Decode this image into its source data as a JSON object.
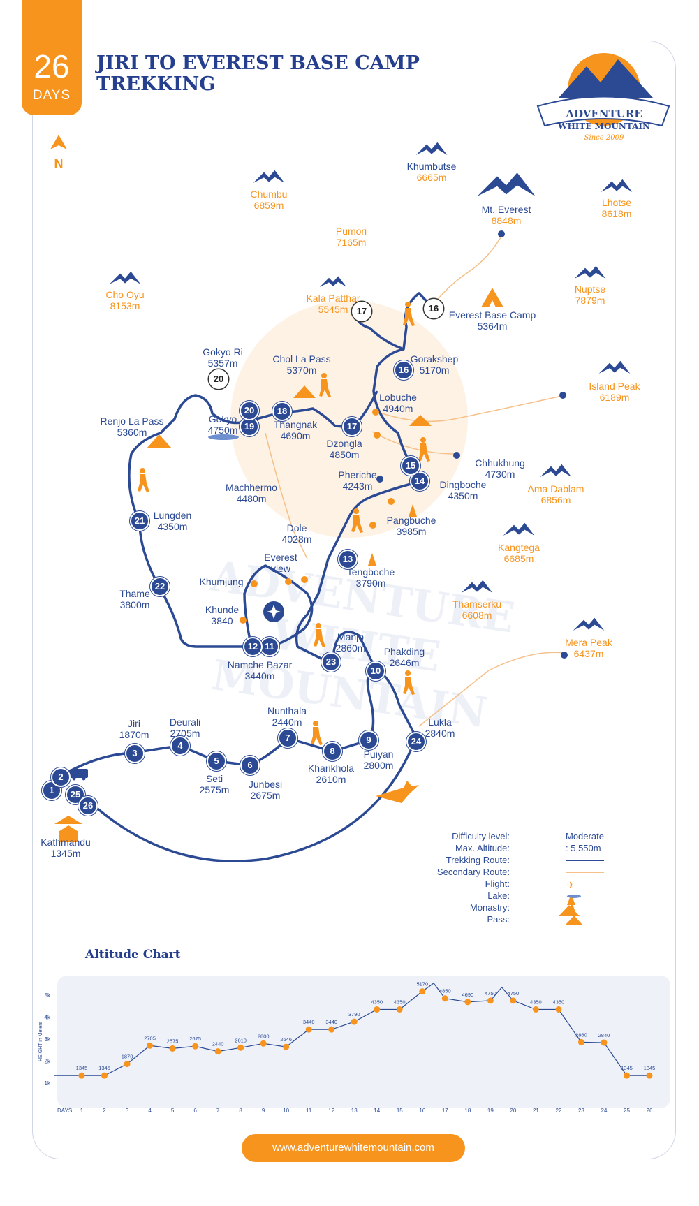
{
  "badge": {
    "days": "26",
    "days_word": "DAYS"
  },
  "title": "JIRI TO EVEREST BASE CAMP TREKKING",
  "brand": {
    "name_line1": "ADVENTURE",
    "name_line2": "WHITE MOUNTAIN",
    "since": "Since 2009"
  },
  "north": "N",
  "watermark": {
    "line1": "ADVENTURE",
    "line2": "WHITE MOUNTAIN"
  },
  "colors": {
    "route_blue": "#2c4a94",
    "accent_orange": "#f7941d",
    "lake": "#6d8fd0"
  },
  "peaks": [
    {
      "name": "Khumbutse",
      "alt": "6665m"
    },
    {
      "name": "Chumbu",
      "alt": "6859m"
    },
    {
      "name": "Mt. Everest",
      "alt": "8848m"
    },
    {
      "name": "Lhotse",
      "alt": "8618m"
    },
    {
      "name": "Pumori",
      "alt": "7165m"
    },
    {
      "name": "Cho Oyu",
      "alt": "8153m"
    },
    {
      "name": "Nuptse",
      "alt": "7879m"
    },
    {
      "name": "Island Peak",
      "alt": "6189m"
    },
    {
      "name": "Ama Dablam",
      "alt": "6856m"
    },
    {
      "name": "Kangtega",
      "alt": "6685m"
    },
    {
      "name": "Thamserku",
      "alt": "6608m"
    },
    {
      "name": "Mera Peak",
      "alt": "6437m"
    }
  ],
  "places": [
    {
      "name": "Kala Patthar",
      "alt": "5545m"
    },
    {
      "name": "Everest Base Camp",
      "alt": "5364m"
    },
    {
      "name": "Gokyo Ri",
      "alt": "5357m"
    },
    {
      "name": "Chol La Pass",
      "alt": "5370m"
    },
    {
      "name": "Gorakshep",
      "alt": "5170m"
    },
    {
      "name": "Lobuche",
      "alt": "4940m"
    },
    {
      "name": "Renjo La Pass",
      "alt": "5360m"
    },
    {
      "name": "Gokyo",
      "alt": "4750m"
    },
    {
      "name": "Thangnak",
      "alt": "4690m"
    },
    {
      "name": "Dzongla",
      "alt": "4850m"
    },
    {
      "name": "Pheriche",
      "alt": "4243m"
    },
    {
      "name": "Chhukhung",
      "alt": "4730m"
    },
    {
      "name": "Dingboche",
      "alt": "4350m"
    },
    {
      "name": "Machhermo",
      "alt": "4480m"
    },
    {
      "name": "Lungden",
      "alt": "4350m"
    },
    {
      "name": "Pangbuche",
      "alt": "3985m"
    },
    {
      "name": "Dole",
      "alt": "4028m"
    },
    {
      "name": "Everest",
      "alt": "view"
    },
    {
      "name": "Khumjung",
      "alt": ""
    },
    {
      "name": "Tengboche",
      "alt": "3790m"
    },
    {
      "name": "Thame",
      "alt": "3800m"
    },
    {
      "name": "Khunde",
      "alt": "3840"
    },
    {
      "name": "Manjo",
      "alt": "2860m"
    },
    {
      "name": "Namche Bazar",
      "alt": "3440m"
    },
    {
      "name": "Phakding",
      "alt": "2646m"
    },
    {
      "name": "Jiri",
      "alt": "1870m"
    },
    {
      "name": "Deurali",
      "alt": "2705m"
    },
    {
      "name": "Nunthala",
      "alt": "2440m"
    },
    {
      "name": "Lukla",
      "alt": "2840m"
    },
    {
      "name": "Seti",
      "alt": "2575m"
    },
    {
      "name": "Junbesi",
      "alt": "2675m"
    },
    {
      "name": "Kharikhola",
      "alt": "2610m"
    },
    {
      "name": "Puiyan",
      "alt": "2800m"
    },
    {
      "name": "Kathmandu",
      "alt": "1345m"
    }
  ],
  "route_nodes": [
    "1",
    "2",
    "3",
    "4",
    "5",
    "6",
    "7",
    "8",
    "9",
    "10",
    "11",
    "12",
    "13",
    "14",
    "15",
    "16",
    "16",
    "17",
    "17",
    "18",
    "19",
    "20",
    "20",
    "21",
    "22",
    "23",
    "24",
    "25",
    "26"
  ],
  "legend": [
    {
      "key": "Difficulty level:",
      "value": "Moderate"
    },
    {
      "key": "Max. Altitude:",
      "value": ": 5,550m"
    },
    {
      "key": "Trekking Route:",
      "value": ""
    },
    {
      "key": "Secondary Route:",
      "value": ""
    },
    {
      "key": "Flight:",
      "value": ""
    },
    {
      "key": "Lake:",
      "value": ""
    },
    {
      "key": "Monastry:",
      "value": ""
    },
    {
      "key": "Pass:",
      "value": ""
    }
  ],
  "website": "www.adventurewhitemountain.com",
  "chart_title": "Altitude Chart",
  "chart_data": {
    "type": "line",
    "title": "Altitude Chart",
    "ylabel": "HEIGHT in Meters",
    "xlabel": "DAYS",
    "y_ticks": [
      "1k",
      "2k",
      "3k",
      "4k",
      "5k"
    ],
    "ylim": [
      1000,
      5500
    ],
    "x": [
      1,
      2,
      3,
      4,
      5,
      6,
      7,
      8,
      9,
      10,
      11,
      12,
      13,
      14,
      15,
      16,
      17,
      18,
      19,
      20,
      21,
      22,
      23,
      24,
      25,
      26
    ],
    "values": [
      1345,
      1345,
      1870,
      2705,
      2575,
      2675,
      2440,
      2610,
      2800,
      2646,
      3440,
      3440,
      3790,
      4350,
      4350,
      5170,
      4850,
      4690,
      4750,
      4750,
      4350,
      4350,
      2860,
      2840,
      1345,
      1345
    ],
    "data_labels": [
      "1345",
      "1345",
      "1870",
      "2705",
      "2575",
      "2675",
      "2440",
      "2610",
      "2800",
      "2646",
      "3440",
      "3440",
      "3790",
      "4350",
      "4350",
      "5170",
      "4850",
      "4690",
      "4750",
      "4750",
      "4350",
      "4350",
      "2860",
      "2840",
      "1345",
      "1345"
    ],
    "peaks_between_days": [
      {
        "after_day": 16,
        "value": 5545
      },
      {
        "after_day": 19,
        "value": 5357
      }
    ],
    "grid": false,
    "legend": "none"
  }
}
